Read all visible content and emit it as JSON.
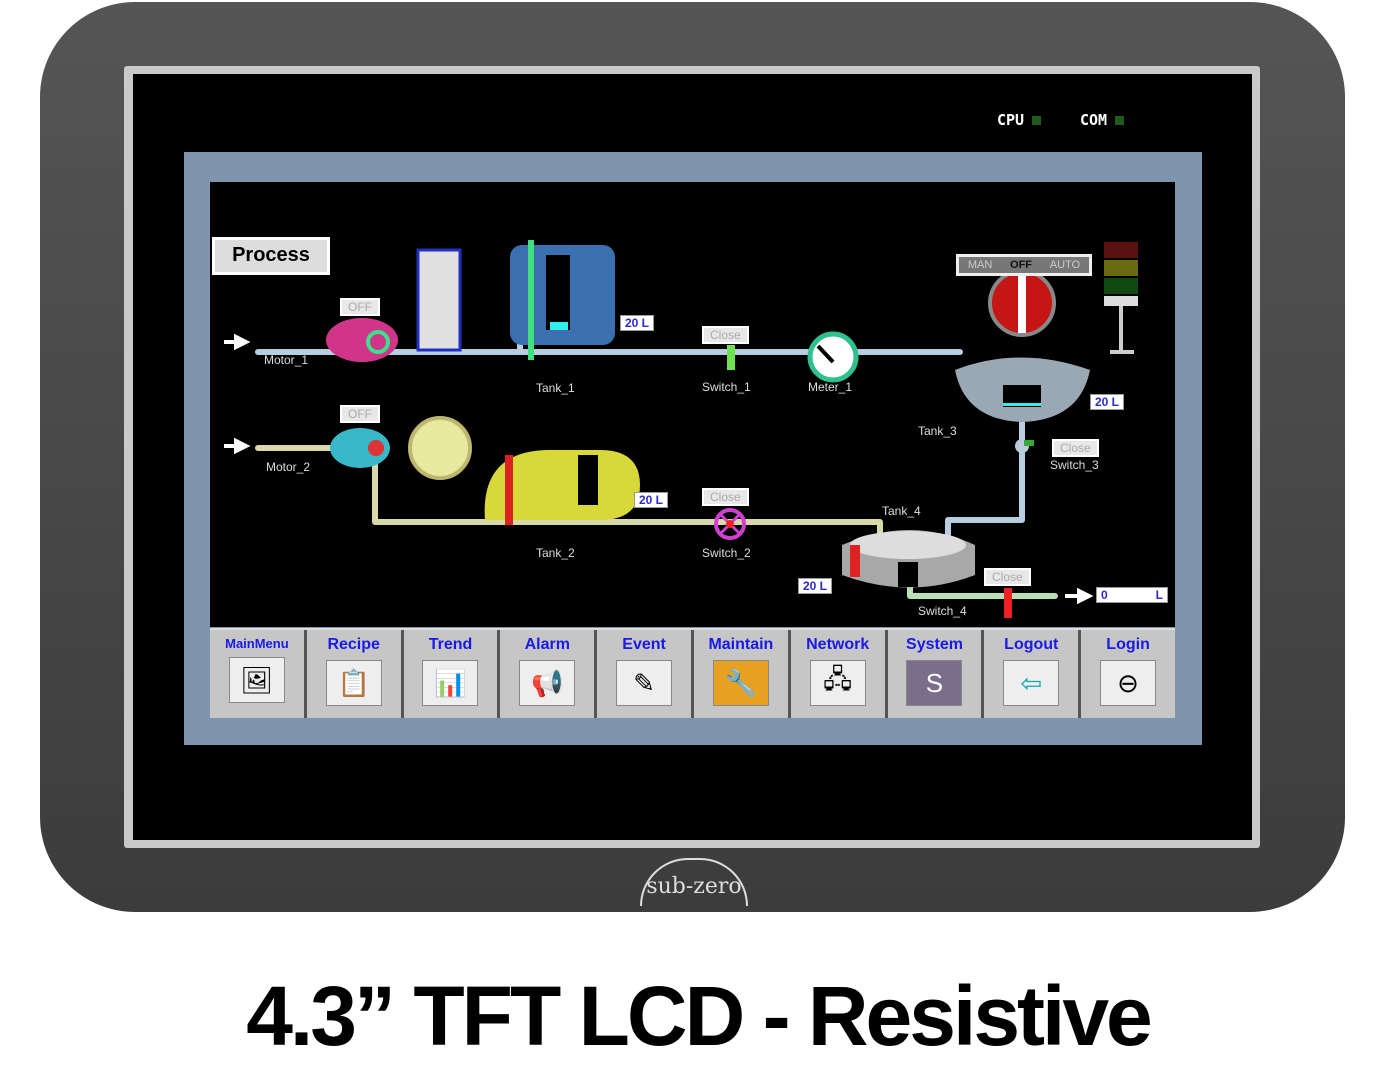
{
  "device": {
    "status_cpu": "CPU",
    "status_com": "COM",
    "brand": "sub-zero",
    "caption": "4.3” TFT LCD - Resistive"
  },
  "hmi": {
    "title": "Process",
    "motor1": {
      "label": "Motor_1",
      "state": "OFF"
    },
    "motor2": {
      "label": "Motor_2",
      "state": "OFF"
    },
    "tank1": {
      "label": "Tank_1",
      "level": "20 L"
    },
    "tank2": {
      "label": "Tank_2",
      "level": "20 L"
    },
    "tank3": {
      "label": "Tank_3",
      "level": "20 L"
    },
    "tank4": {
      "label": "Tank_4",
      "level": "20 L"
    },
    "switch1": {
      "label": "Switch_1",
      "state": "Close"
    },
    "switch2": {
      "label": "Switch_2",
      "state": "Close"
    },
    "switch3": {
      "label": "Switch_3",
      "state": "Close"
    },
    "switch4": {
      "label": "Switch_4",
      "state": "Close"
    },
    "meter1": {
      "label": "Meter_1"
    },
    "mode": {
      "man": "MAN",
      "off": "OFF",
      "auto": "AUTO"
    },
    "output": {
      "value": "0",
      "unit": "L"
    }
  },
  "nav": [
    {
      "label": "MainMenu",
      "icon": "🖼"
    },
    {
      "label": "Recipe",
      "icon": "📋"
    },
    {
      "label": "Trend",
      "icon": "📊"
    },
    {
      "label": "Alarm",
      "icon": "📢"
    },
    {
      "label": "Event",
      "icon": "✎"
    },
    {
      "label": "Maintain",
      "icon": "🔧"
    },
    {
      "label": "Network",
      "icon": "🖧"
    },
    {
      "label": "System",
      "icon": "S"
    },
    {
      "label": "Logout",
      "icon": "⇦"
    },
    {
      "label": "Login",
      "icon": "⊖"
    }
  ],
  "colors": {
    "bezel": "#4a4a4a",
    "steel": "#7f95ae",
    "nav_text": "#1a1ae6"
  }
}
